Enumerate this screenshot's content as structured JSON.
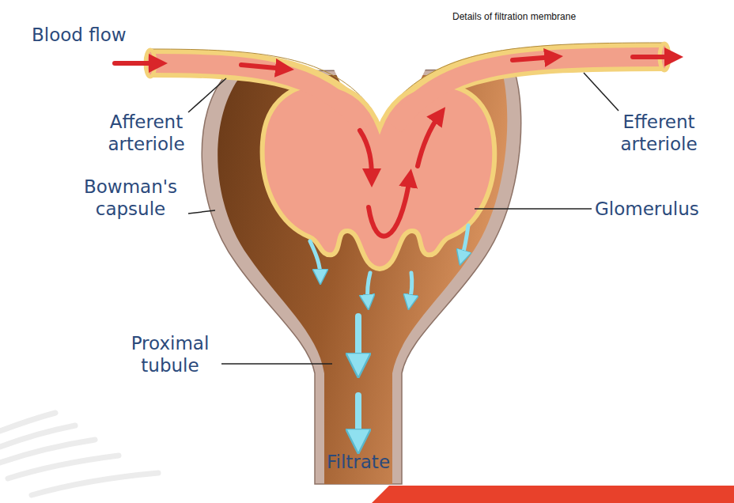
{
  "diagram": {
    "title": "Details of filtration membrane",
    "labels": [
      "Blood flow",
      "Afferent arteriole",
      "Efferent arteriole",
      "Bowman's capsule",
      "Glomerulus",
      "Proximal tubule",
      "Filtrate"
    ]
  }
}
